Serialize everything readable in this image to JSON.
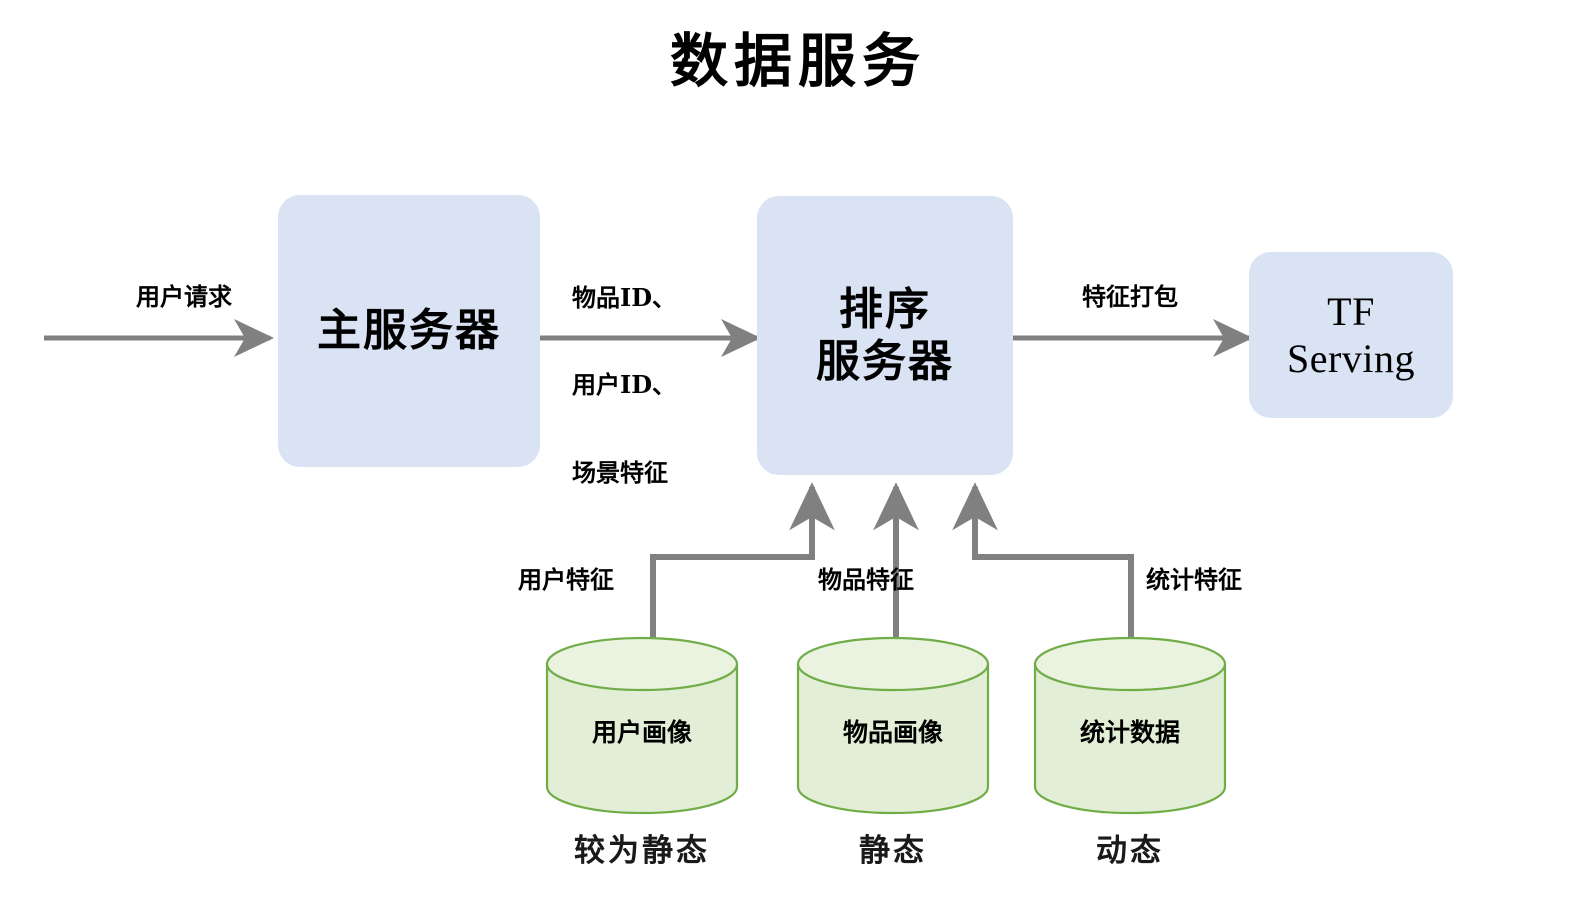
{
  "title": "数据服务",
  "colors": {
    "box_fill": "#dae3f3",
    "cylinder_fill": "#e2eed5",
    "cylinder_top_fill": "#eaf3e0",
    "cylinder_stroke": "#70ad47",
    "arrow": "#808080",
    "text": "#000000"
  },
  "nodes": [
    {
      "id": "main-server",
      "label": "主服务器",
      "type": "box"
    },
    {
      "id": "rank-server",
      "label_line1": "排序",
      "label_line2": "服务器",
      "type": "box"
    },
    {
      "id": "tf-serving",
      "label_line1": "TF",
      "label_line2": "Serving",
      "type": "box"
    }
  ],
  "edges": [
    {
      "id": "user-request",
      "label": "用户请求"
    },
    {
      "id": "ids-features",
      "label_line1": "物品ID、",
      "label_line2": "用户ID、",
      "label_line3": "场景特征"
    },
    {
      "id": "feature-pack",
      "label": "特征打包"
    },
    {
      "id": "user-feature",
      "label": "用户特征"
    },
    {
      "id": "item-feature",
      "label": "物品特征"
    },
    {
      "id": "stat-feature",
      "label": "统计特征"
    }
  ],
  "datastores": [
    {
      "id": "user-profile",
      "label": "用户画像",
      "caption": "较为静态"
    },
    {
      "id": "item-profile",
      "label": "物品画像",
      "caption": "静态"
    },
    {
      "id": "stat-data",
      "label": "统计数据",
      "caption": "动态"
    }
  ]
}
